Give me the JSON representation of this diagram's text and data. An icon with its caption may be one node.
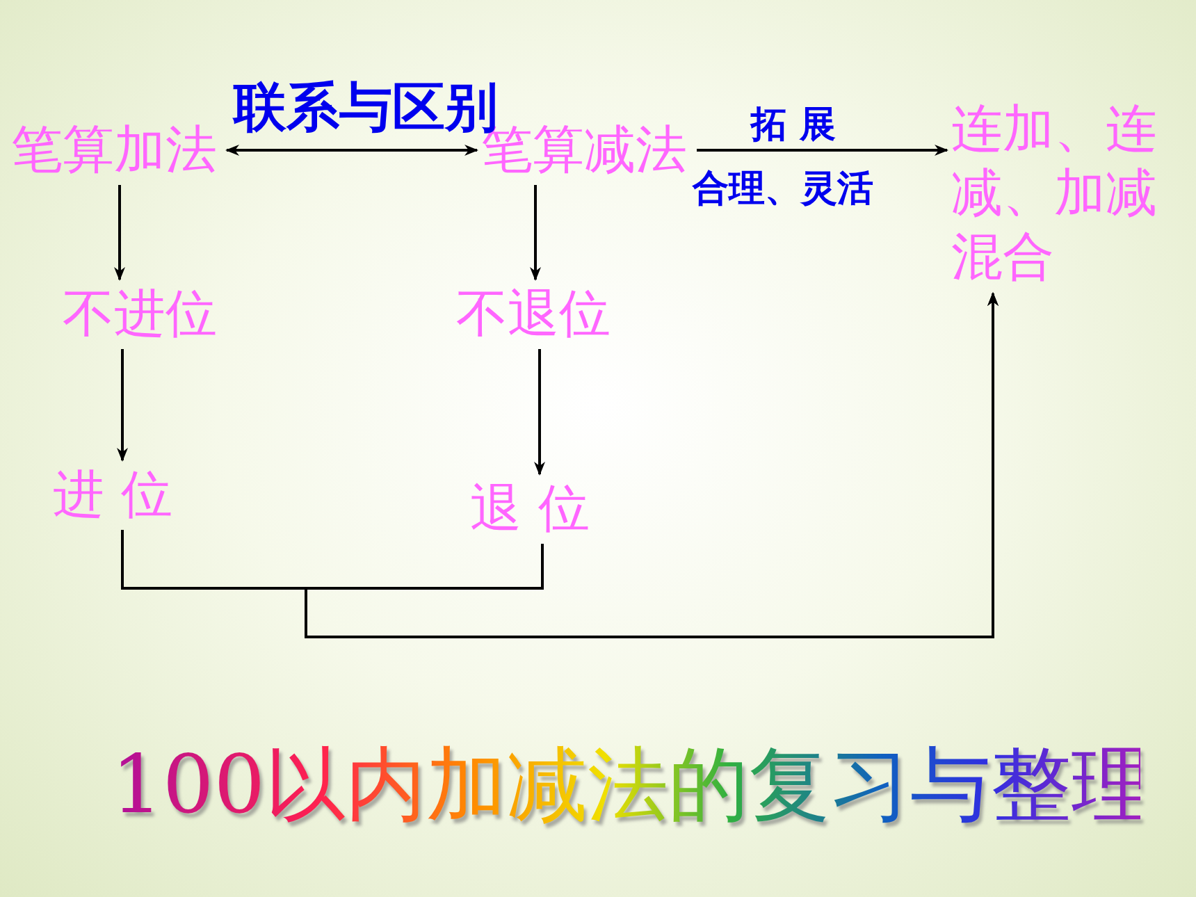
{
  "diagram": {
    "title": "100以内加减法的复习与整理",
    "nodes": [
      {
        "text": [
          "笔算加法"
        ]
      },
      {
        "text": [
          "笔算减法"
        ]
      },
      {
        "text": [
          "连加、连减、加减混合"
        ]
      },
      {
        "text": [
          "不进位"
        ]
      },
      {
        "text": [
          "不退位"
        ]
      },
      {
        "text": [
          "进 位"
        ]
      },
      {
        "text": [
          "退 位"
        ]
      }
    ],
    "edges": [
      {
        "from": 0,
        "to": 1,
        "arrow": "both",
        "label": "联系与区别"
      },
      {
        "from": 1,
        "to": 2,
        "arrow": "to",
        "label": "拓 展"
      },
      {
        "from": 0,
        "to": 3,
        "arrow": "to"
      },
      {
        "from": 1,
        "to": 4,
        "arrow": "to"
      },
      {
        "from": 3,
        "to": 5,
        "arrow": "to"
      },
      {
        "from": 5,
        "to": 2,
        "arrow": "to"
      },
      {
        "from": 6,
        "to": 2,
        "arrow": "to"
      },
      {
        "from": 4,
        "to": 6,
        "arrow": "to"
      }
    ],
    "labels": [
      "合理、灵活"
    ]
  }
}
